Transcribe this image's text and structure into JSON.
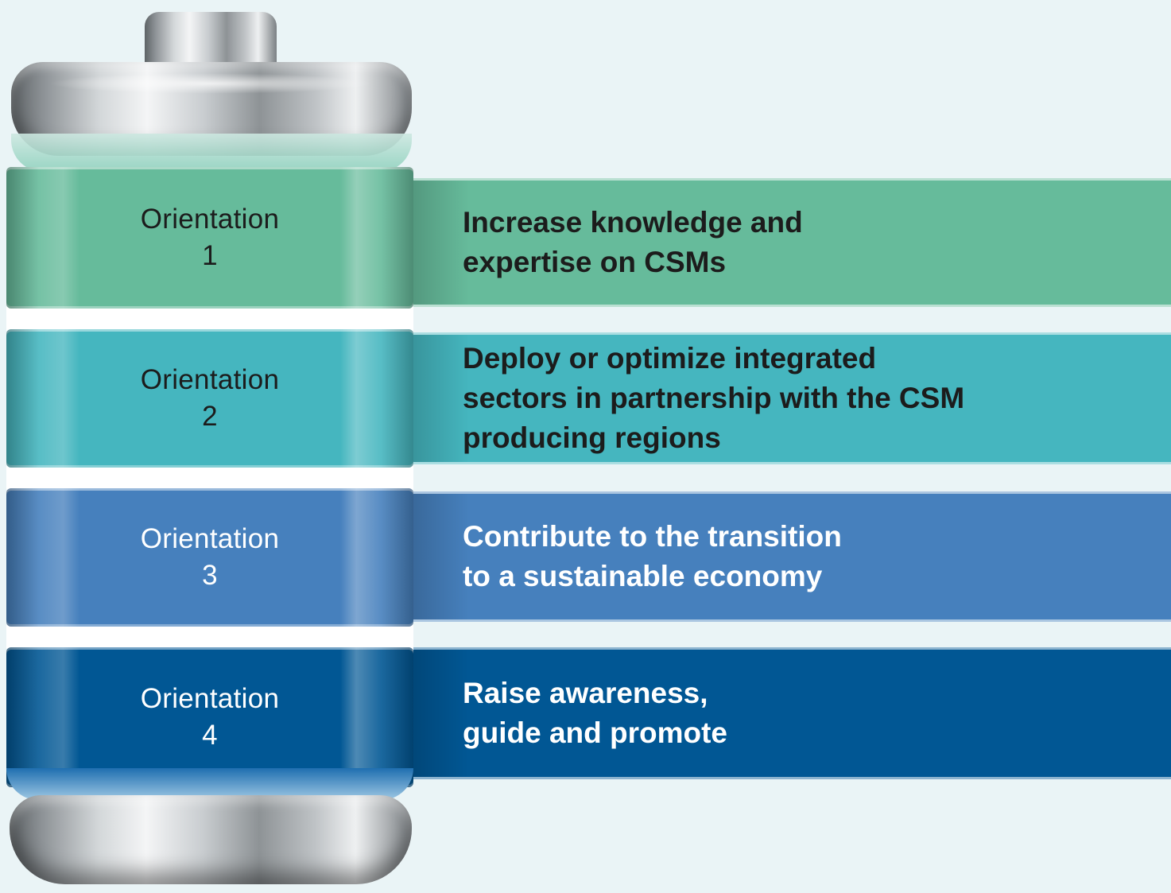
{
  "colors": {
    "background": "#eaf4f6",
    "orientation_1": "#66bb9b",
    "orientation_2": "#45b6bf",
    "orientation_3": "#4680bd",
    "orientation_4": "#015794",
    "dark_text": "#1c1c1c",
    "light_text": "#ffffff"
  },
  "orientations": [
    {
      "label": "Orientation\n1",
      "label_line1": "Orientation",
      "label_line2": "1",
      "goal": "Increase knowledge and\nexpertise on CSMs"
    },
    {
      "label_line1": "Orientation",
      "label_line2": "2",
      "goal": "Deploy or optimize integrated\nsectors in partnership with the CSM\nproducing regions"
    },
    {
      "label_line1": "Orientation",
      "label_line2": "3",
      "goal": "Contribute to the transition\nto a sustainable economy"
    },
    {
      "label_line1": "Orientation",
      "label_line2": "4",
      "goal": "Raise awareness,\nguide and promote"
    }
  ]
}
